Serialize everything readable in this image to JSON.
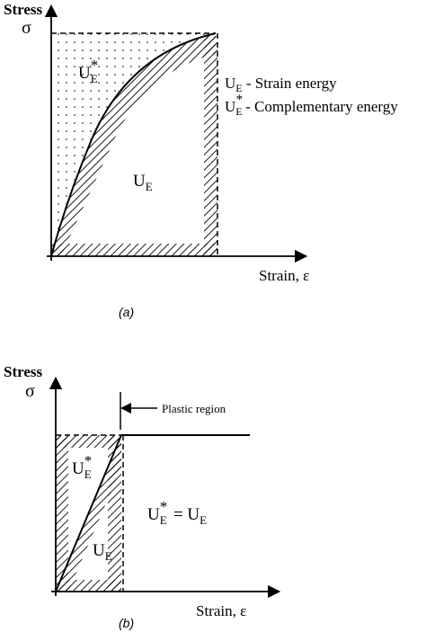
{
  "figure_a": {
    "y_axis_label_1": "Stress",
    "y_axis_label_2": "σ",
    "x_axis_label": "Strain, ε",
    "region_upper": "U",
    "region_upper_sub": "E",
    "region_upper_sup": "*",
    "region_lower": "U",
    "region_lower_sub": "E",
    "legend_1_u": "U",
    "legend_1_sub": "E",
    "legend_1_text": " - Strain energy",
    "legend_2_u": "U",
    "legend_2_sub": "E",
    "legend_2_sup": "*",
    "legend_2_text": "- Complementary energy",
    "caption": "(a)"
  },
  "figure_b": {
    "y_axis_label_1": "Stress",
    "y_axis_label_2": "σ",
    "x_axis_label": "Strain, ε",
    "annotation": "Plastic region",
    "region_upper": "U",
    "region_upper_sub": "E",
    "region_upper_sup": "*",
    "region_lower": "U",
    "region_lower_sub": "E",
    "equation_u1": "U",
    "equation_sub1": "E",
    "equation_sup1": "*",
    "equation_eq": " = U",
    "equation_sub2": "E",
    "caption": "(b)"
  }
}
